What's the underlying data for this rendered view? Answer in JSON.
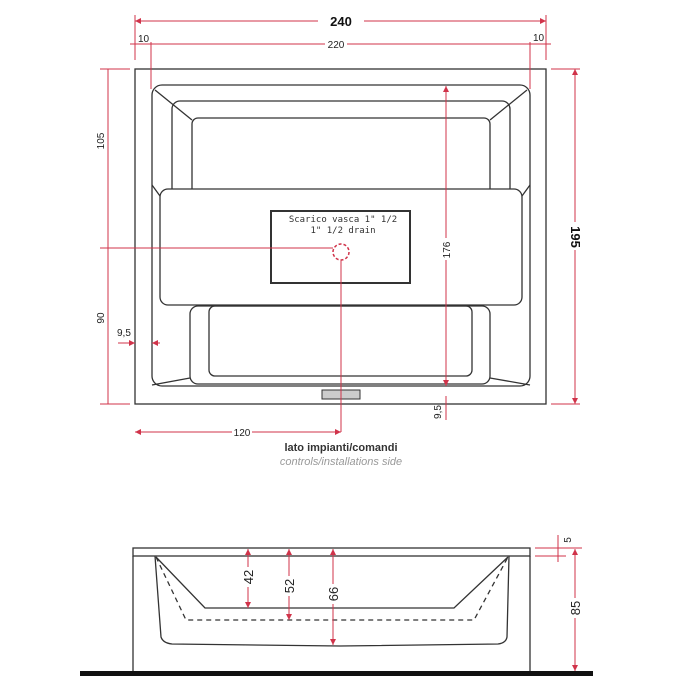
{
  "top_view": {
    "dims": {
      "overall_width": "240",
      "inner_width": "220",
      "left_margin": "10",
      "right_margin": "10",
      "overall_depth": "195",
      "upper_depth": "105",
      "lower_depth": "90",
      "inner_depth": "176",
      "side_offset": "9,5",
      "bottom_offset": "9,5",
      "drain_offset": "120"
    },
    "drain_label_it": "Scarico vasca 1\" 1/2",
    "drain_label_en": "1\" 1/2  drain",
    "side_label_it": "lato impianti/comandi",
    "side_label_en": "controls/installations side"
  },
  "side_view": {
    "dims": {
      "depth_42": "42",
      "depth_52": "52",
      "depth_66": "66",
      "height": "85",
      "rim": "5"
    }
  },
  "colors": {
    "dimension": "#d0334a",
    "outline": "#333333"
  }
}
